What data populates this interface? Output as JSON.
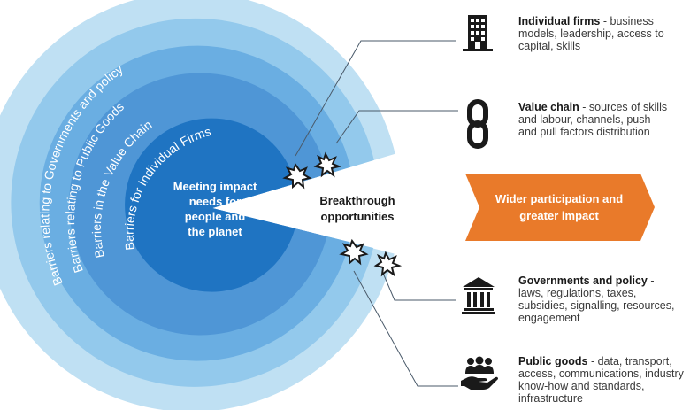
{
  "rings": [
    {
      "label": "Barriers relating to Governments and policy",
      "color": "#bfe0f3"
    },
    {
      "label": "Barriers relating to Public Goods",
      "color": "#93c9ec"
    },
    {
      "label": "Barriers in the Value Chain",
      "color": "#6aaee2"
    },
    {
      "label": "Barriers for Individual Firms",
      "color": "#4f96d6"
    }
  ],
  "core": {
    "lines": [
      "Meeting impact",
      "needs for",
      "people and",
      "the planet"
    ],
    "color": "#1f74c2"
  },
  "breakthrough": {
    "lines": [
      "Breakthrough",
      "opportunities"
    ]
  },
  "arrow": {
    "lines": [
      "Wider participation and",
      "greater impact"
    ],
    "color": "#e97a2a"
  },
  "items": [
    {
      "icon": "building-icon",
      "title": "Individual firms",
      "text": " - business models, leadership, access to capital, skills"
    },
    {
      "icon": "chain-link-icon",
      "title": "Value chain",
      "text": " - sources of skills and labour, channels, push and pull factors distribution"
    },
    {
      "icon": "government-building-icon",
      "title": "Governments and policy",
      "text": " - laws, regulations, taxes, subsidies, signalling, resources, engagement"
    },
    {
      "icon": "people-hand-icon",
      "title": "Public goods",
      "text": " - data, transport, access, communications, industry know-how and standards, infrastructure"
    }
  ]
}
